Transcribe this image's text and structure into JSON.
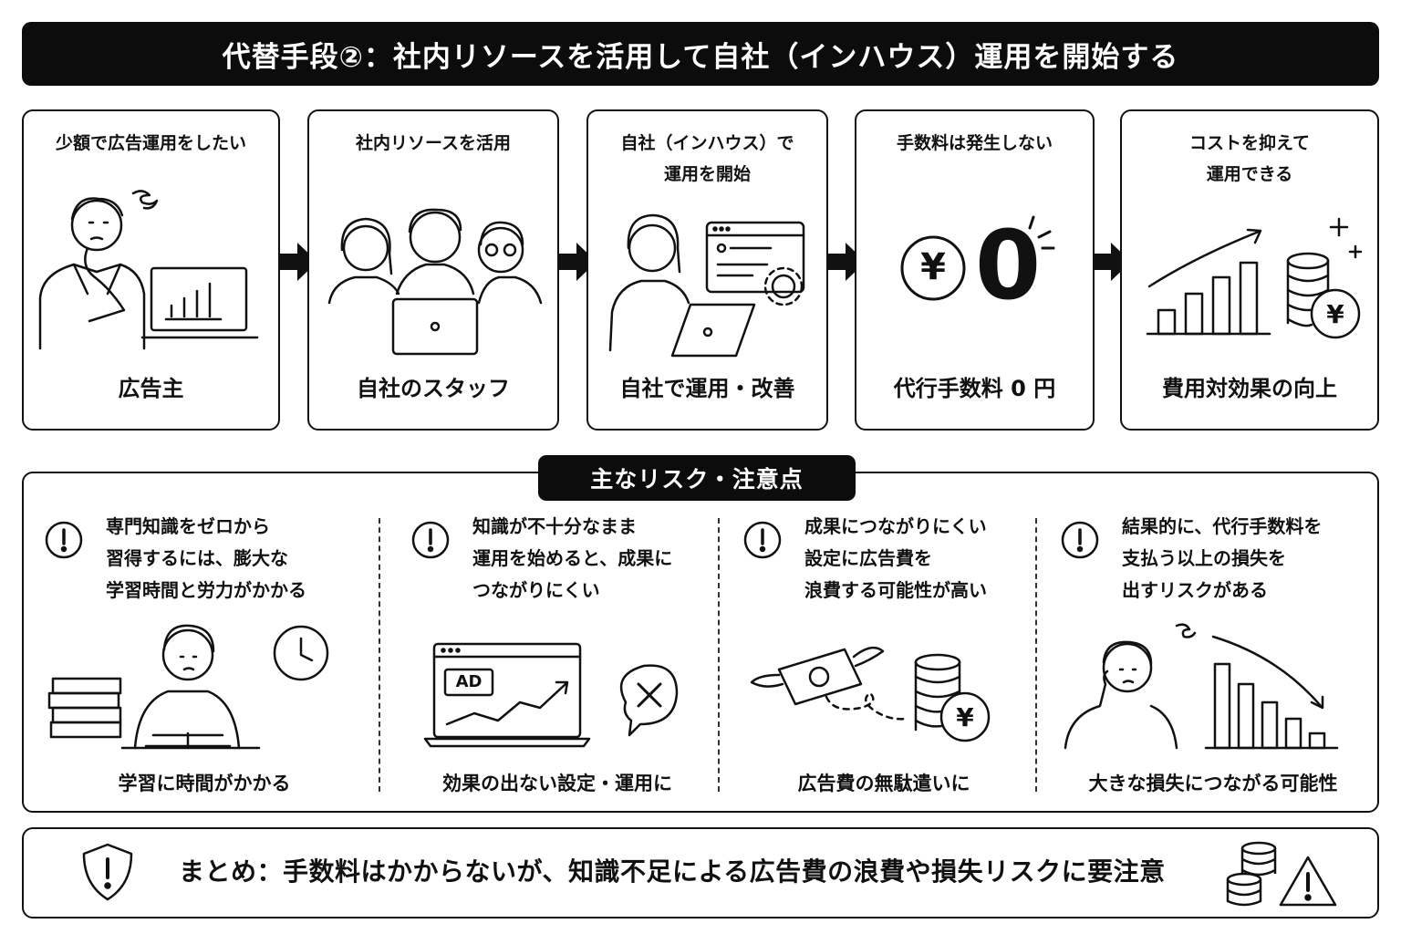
{
  "title": "代替手段②：社内リソースを活用して自社（インハウス）運用を開始する",
  "steps": [
    {
      "top": "少額で広告運用をしたい",
      "bottom": "広告主"
    },
    {
      "top": "社内リソースを活用",
      "bottom": "自社のスタッフ"
    },
    {
      "top": "自社（インハウス）で\n運用を開始",
      "bottom": "自社で運用・改善"
    },
    {
      "top": "手数料は発生しない",
      "bottom": "代行手数料 0 円",
      "big_number": "0",
      "yen": "¥"
    },
    {
      "top": "コストを抑えて\n運用できる",
      "bottom": "費用対効果の向上",
      "yen": "¥"
    }
  ],
  "risks": {
    "heading": "主なリスク・注意点",
    "items": [
      {
        "text": "専門知識をゼロから\n習得するには、膨大な\n学習時間と労力がかかる",
        "caption": "学習に時間がかかる"
      },
      {
        "text": "知識が不十分なまま\n運用を始めると、成果に\nつながりにくい",
        "caption": "効果の出ない設定・運用に",
        "badge": "AD"
      },
      {
        "text": "成果につながりにくい\n設定に広告費を\n浪費する可能性が高い",
        "caption": "広告費の無駄遣いに",
        "yen": "¥"
      },
      {
        "text": "結果的に、代行手数料を\n支払う以上の損失を\n出すリスクがある",
        "caption": "大きな損失につながる可能性"
      }
    ]
  },
  "summary": "まとめ：手数料はかからないが、知識不足による広告費の浪費や損失リスクに要注意"
}
